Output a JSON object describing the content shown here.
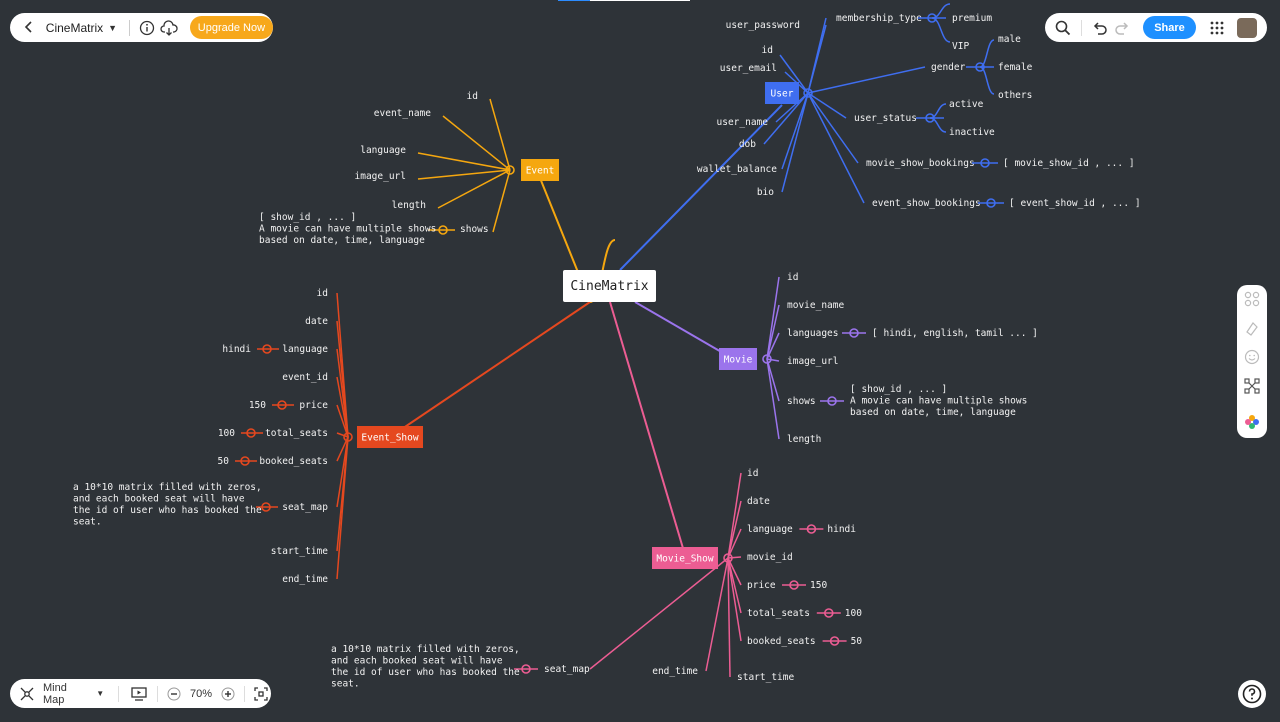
{
  "toolbar": {
    "doc_title": "CineMatrix",
    "upgrade_label": "Upgrade Now",
    "share_label": "Share"
  },
  "bottom": {
    "view_mode": "Mind Map",
    "zoom": "70%"
  },
  "colors": {
    "background": "#2e3338",
    "event": "#f5a70f",
    "user": "#3f6ef0",
    "event_show": "#e5481f",
    "movie": "#9b74ec",
    "movie_show": "#ec5d93",
    "share": "#1e90ff",
    "upgrade": "#f7a81b"
  },
  "icons": {
    "back": "chevron-left-icon",
    "info": "info-icon",
    "cloud": "cloud-sync-icon",
    "search": "search-icon",
    "undo": "undo-icon",
    "redo": "redo-icon",
    "apps": "grid-icon",
    "mindmap": "mindmap-icon",
    "present": "present-icon",
    "fit": "fit-screen-icon",
    "help": "help-icon"
  },
  "mindmap": {
    "root": "CineMatrix",
    "branches": [
      {
        "key": "event",
        "label": "Event",
        "children": [
          {
            "label": "id"
          },
          {
            "label": "event_name"
          },
          {
            "label": "language"
          },
          {
            "label": "image_url"
          },
          {
            "label": "length"
          },
          {
            "label": "shows",
            "sub": [
              "[ show_id , ... ]",
              "A movie can have multiple shows",
              "based on date, time, language"
            ]
          }
        ]
      },
      {
        "key": "user",
        "label": "User",
        "children": [
          {
            "label": "user_password"
          },
          {
            "label": "membership_type",
            "subs": [
              "premium",
              "VIP"
            ]
          },
          {
            "label": "id"
          },
          {
            "label": "user_email"
          },
          {
            "label": "gender",
            "subs": [
              "male",
              "female",
              "others"
            ]
          },
          {
            "label": "user_name"
          },
          {
            "label": "user_status",
            "subs": [
              "active",
              "inactive"
            ]
          },
          {
            "label": "dob"
          },
          {
            "label": "wallet_balance"
          },
          {
            "label": "movie_show_bookings",
            "sub": [
              "[ movie_show_id , ... ]"
            ]
          },
          {
            "label": "bio"
          },
          {
            "label": "event_show_bookings",
            "sub": [
              "[ event_show_id , ... ]"
            ]
          }
        ]
      },
      {
        "key": "event_show",
        "label": "Event_Show",
        "children": [
          {
            "label": "id"
          },
          {
            "label": "date"
          },
          {
            "label": "language",
            "sub": [
              "hindi"
            ]
          },
          {
            "label": "event_id"
          },
          {
            "label": "price",
            "sub": [
              "150"
            ]
          },
          {
            "label": "total_seats",
            "sub": [
              "100"
            ]
          },
          {
            "label": "booked_seats",
            "sub": [
              "50"
            ]
          },
          {
            "label": "seat_map",
            "sub": [
              "a 10*10 matrix filled with zeros,",
              "and each booked seat will have",
              "the id of user who has booked the",
              "seat."
            ]
          },
          {
            "label": "start_time"
          },
          {
            "label": "end_time"
          }
        ]
      },
      {
        "key": "movie",
        "label": "Movie",
        "children": [
          {
            "label": "id"
          },
          {
            "label": "movie_name"
          },
          {
            "label": "languages",
            "sub": [
              "[ hindi, english, tamil ... ]"
            ]
          },
          {
            "label": "image_url"
          },
          {
            "label": "shows",
            "sub": [
              "[ show_id , ... ]",
              "A movie can have multiple shows",
              "based on date, time, language"
            ]
          },
          {
            "label": "length"
          }
        ]
      },
      {
        "key": "movie_show",
        "label": "Movie_Show",
        "children": [
          {
            "label": "id"
          },
          {
            "label": "date"
          },
          {
            "label": "language",
            "sub": [
              "hindi"
            ]
          },
          {
            "label": "movie_id"
          },
          {
            "label": "price",
            "sub": [
              "150"
            ]
          },
          {
            "label": "total_seats",
            "sub": [
              "100"
            ]
          },
          {
            "label": "booked_seats",
            "sub": [
              "50"
            ]
          },
          {
            "label": "seat_map",
            "sub": [
              "a 10*10 matrix filled with zeros,",
              "and each booked seat will have",
              "the id of user who has booked the",
              "seat."
            ]
          },
          {
            "label": "end_time"
          },
          {
            "label": "start_time"
          }
        ]
      }
    ]
  }
}
